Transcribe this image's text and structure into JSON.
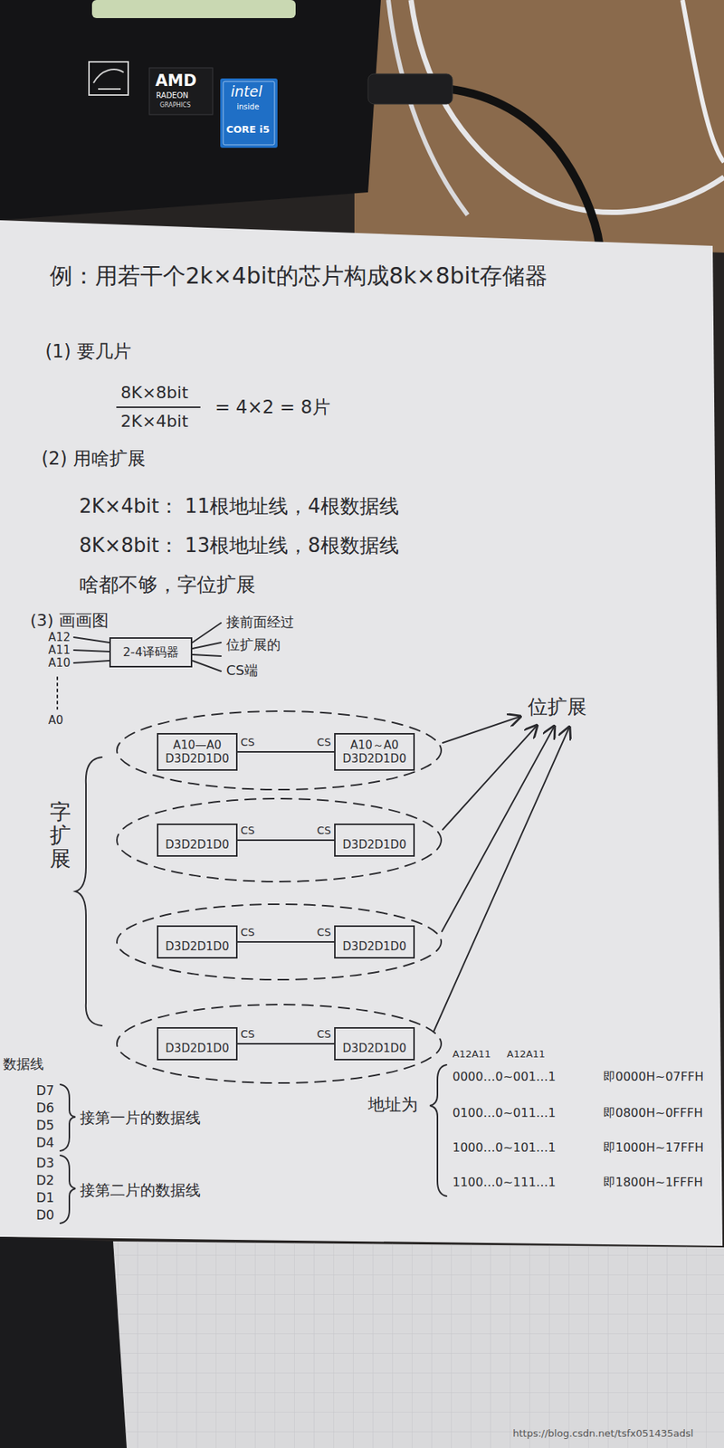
{
  "diagram": {
    "title": "例：用若干个2k×4bit的芯片构成8k×8bit存储器",
    "nodes": [
      {
        "text": [
          "2-4译码器"
        ]
      },
      {
        "text": [
          "A10—A0",
          "D3D2D1D0"
        ]
      },
      {
        "text": [
          "A10～A0",
          "D3D2D1D0"
        ]
      },
      {
        "text": [
          "D3D2D1D0"
        ]
      },
      {
        "text": [
          "D3D2D1D0"
        ]
      },
      {
        "text": [
          "D3D2D1D0"
        ]
      },
      {
        "text": [
          "D3D2D1D0"
        ]
      },
      {
        "text": [
          "D3D2D1D0"
        ]
      },
      {
        "text": [
          "D3D2D1D0"
        ]
      }
    ],
    "edges": [
      {
        "from": 1,
        "to": 2,
        "arrow": "none"
      },
      {
        "from": 3,
        "to": 4,
        "arrow": "none"
      },
      {
        "from": 5,
        "to": 6,
        "arrow": "none"
      },
      {
        "from": 7,
        "to": 8,
        "arrow": "none"
      }
    ],
    "labels": [
      "AMD",
      "RADEON",
      "GRAPHICS",
      "intel",
      "inside",
      "CORE i5",
      "(1) 要几片",
      "8K×8bit",
      "2K×4bit",
      "= 4×2 = 8片",
      "(2) 用啥扩展",
      "2K×4bit： 11根地址线，4根数据线",
      "8K×8bit： 13根地址线，8根数据线",
      "啥都不够，字位扩展",
      "(3) 画画图",
      "A12",
      "A11",
      "A10",
      "A0",
      "接前面经过",
      "位扩展的",
      "CS端",
      "CS",
      "CS",
      "CS",
      "CS",
      "CS",
      "CS",
      "CS",
      "CS",
      "字扩展",
      "位扩展",
      "数据线",
      "D7",
      "D6",
      "D5",
      "D4",
      "接第一片的数据线",
      "D3",
      "D2",
      "D1",
      "D0",
      "接第二片的数据线",
      "A12A11",
      "A12A11",
      "地址为",
      "0000…0~001…1",
      "即0000H~07FFH",
      "0100…0~011…1",
      "即0800H~0FFFH",
      "1000…0~101…1",
      "即1000H~17FFH",
      "1100…0~111…1",
      "即1800H~1FFFH",
      "https://blog.csdn.net/tsfx051435adsl"
    ]
  }
}
